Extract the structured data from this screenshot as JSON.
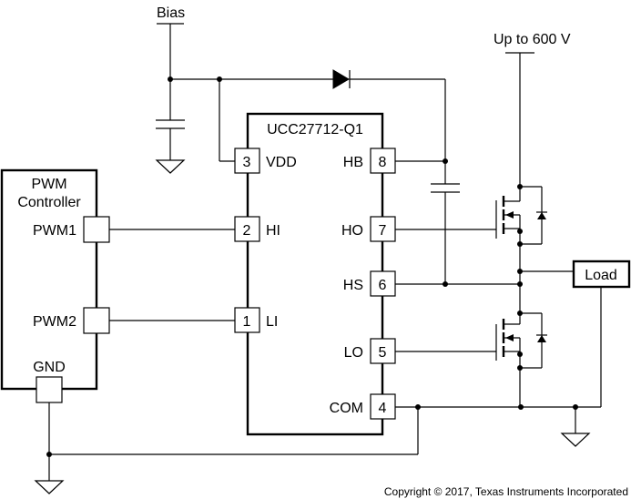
{
  "labels": {
    "bias": "Bias",
    "supply": "Up to 600 V",
    "ic_name": "UCC27712-Q1",
    "controller_line1": "PWM",
    "controller_line2": "Controller",
    "pwm1": "PWM1",
    "pwm2": "PWM2",
    "gnd": "GND",
    "load": "Load",
    "copyright": "Copyright © 2017, Texas Instruments Incorporated"
  },
  "pins": {
    "vdd": {
      "number": "3",
      "name": "VDD"
    },
    "hi": {
      "number": "2",
      "name": "HI"
    },
    "li": {
      "number": "1",
      "name": "LI"
    },
    "hb": {
      "number": "8",
      "name": "HB"
    },
    "ho": {
      "number": "7",
      "name": "HO"
    },
    "hs": {
      "number": "6",
      "name": "HS"
    },
    "lo": {
      "number": "5",
      "name": "LO"
    },
    "com": {
      "number": "4",
      "name": "COM"
    }
  }
}
